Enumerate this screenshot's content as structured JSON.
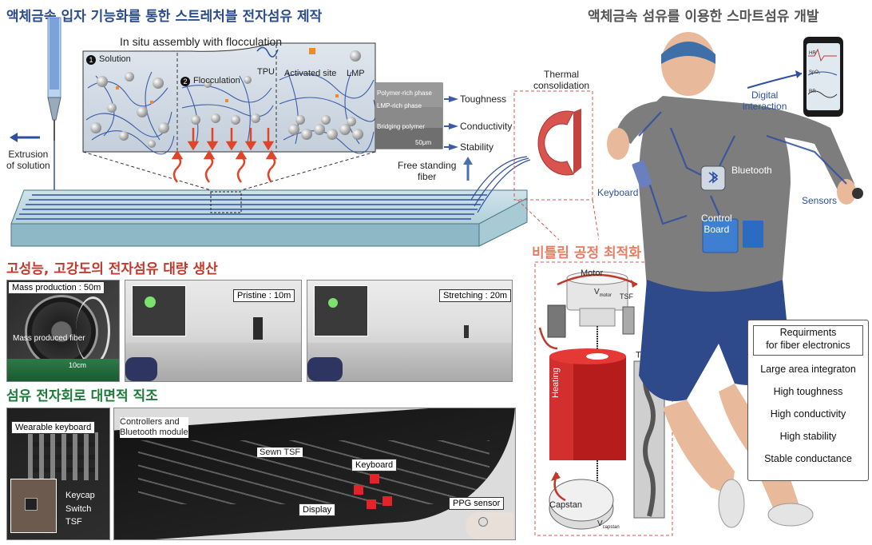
{
  "headings": {
    "top_left": "액체금속 입자 기능화를 통한 스트레처블 전자섬유 제작",
    "top_right": "액체금속 섬유를 이용한 스마트섬유 개발",
    "mid_left": "고성능, 고강도의 전자섬유 대량 생산",
    "bottom_left": "섬유 전자회로 대면적 직조",
    "process": "비틀림 공정 최적화"
  },
  "schematic": {
    "assembly_title": "In situ assembly with flocculation",
    "step1_num": "1",
    "step1": "Solution",
    "step2_num": "2",
    "step2": "Flocculation",
    "legend": {
      "tpu": "TPU",
      "active": "Activated site",
      "lmp": "LMP"
    },
    "sem": {
      "phase1": "Polymer-rich phase",
      "phase2": "LMP-rich phase",
      "phase3": "Bridging polymer",
      "scale": "50μm"
    },
    "props": [
      "Toughness",
      "Conductivity",
      "Stability"
    ],
    "extrusion": "Extrusion\nof solution",
    "free_fiber": "Free standing\nfiber",
    "thermal": "Thermal\nconsolidation"
  },
  "mass": {
    "photo1_label": "Mass production : 50m",
    "photo1_inner": "Mass produced fiber",
    "photo1_scale": "10cm",
    "photo2_label": "Pristine : 10m",
    "photo3_label": "Stretching : 20m"
  },
  "weave": {
    "kb_title": "Wearable keyboard",
    "kb_parts": [
      "Keycap",
      "Switch",
      "TSF"
    ],
    "controllers": "Controllers and\nBluetooth module",
    "sewn": "Sewn TSF",
    "keyboard": "Keyboard",
    "display": "Display",
    "ppg": "PPG sensor"
  },
  "twist": {
    "motor": "Motor",
    "vmotor": "V",
    "vmotor_sub": "motor",
    "tsf": "TSF",
    "heating": "Heating",
    "tsf_tw": "TSF",
    "tsf_tw_sup": "tw",
    "capstan": "Capstan",
    "vcap": "V",
    "vcap_sub": "capstan"
  },
  "smart": {
    "digital": "Digital\ninteraction",
    "bluetooth": "Bluetooth",
    "keyboard": "Keyboard",
    "sensors": "Sensors",
    "control": "Control\nBoard",
    "phone": [
      "HR",
      "SpO₂",
      "RR"
    ]
  },
  "requirements": {
    "title": "Requirments\nfor fiber electronics",
    "items": [
      "Large area integraton",
      "High toughness",
      "High conductivity",
      "High stability",
      "Stable conductance"
    ]
  },
  "colors": {
    "blue_head": "#2c4d8c",
    "red_head": "#c0392b",
    "green_head": "#1e7a3a",
    "process_head": "#e67e63",
    "grey_head": "#555555",
    "fiber": "#2f4fa3",
    "ring": "#d9534f"
  }
}
